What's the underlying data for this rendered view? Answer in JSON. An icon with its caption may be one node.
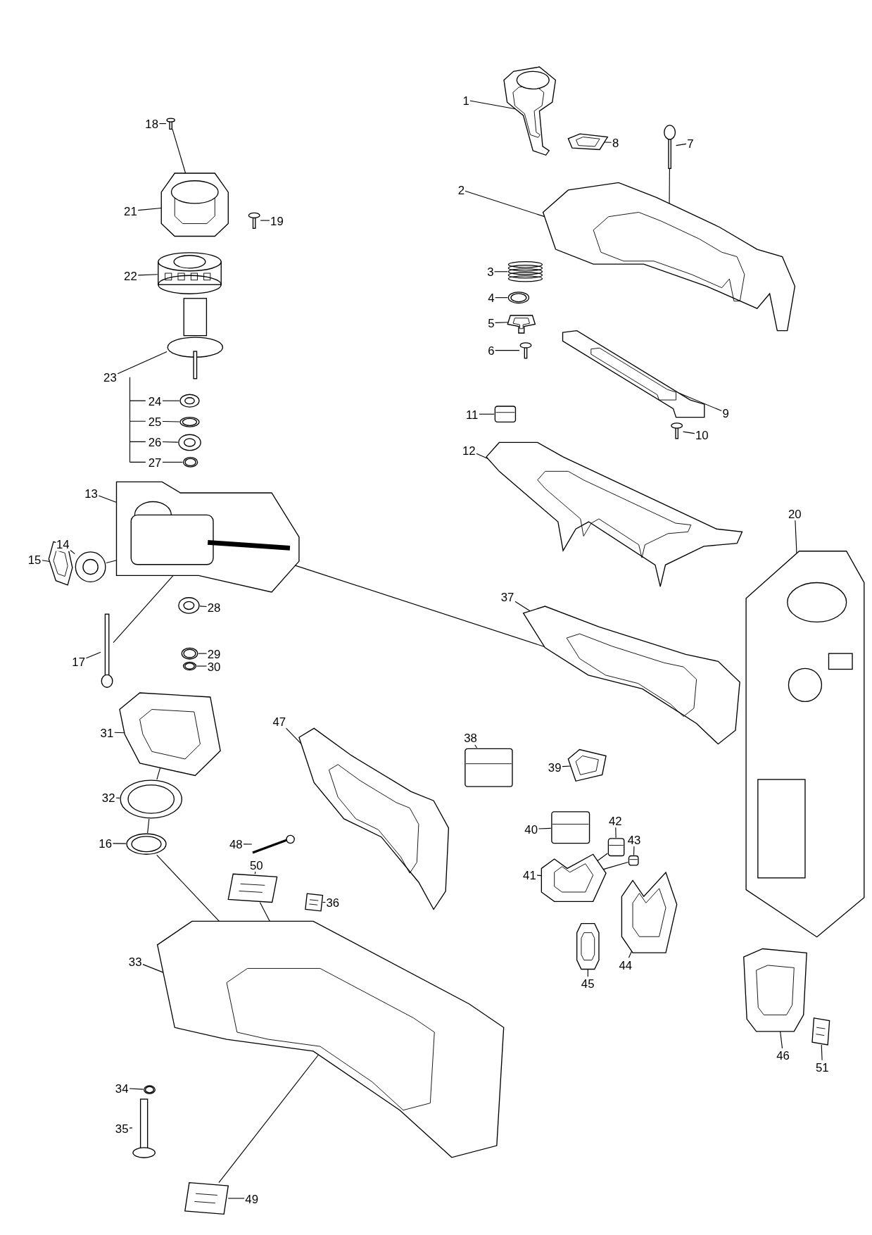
{
  "diagram": {
    "nodes": [
      {
        "text": [
          "1"
        ]
      },
      {
        "text": [],
        "shape": "picture"
      },
      {
        "text": [
          "2"
        ]
      },
      {
        "text": [],
        "shape": "picture"
      },
      {
        "text": [
          "3"
        ]
      },
      {
        "text": [],
        "shape": "picture"
      },
      {
        "text": [
          "4"
        ]
      },
      {
        "text": [],
        "shape": "picture"
      },
      {
        "text": [
          "5"
        ]
      },
      {
        "text": [],
        "shape": "picture"
      },
      {
        "text": [
          "6"
        ]
      },
      {
        "text": [],
        "shape": "picture"
      },
      {
        "text": [
          "7"
        ]
      },
      {
        "text": [],
        "shape": "picture"
      },
      {
        "text": [
          "8"
        ]
      },
      {
        "text": [],
        "shape": "picture"
      },
      {
        "text": [
          "9"
        ]
      },
      {
        "text": [],
        "shape": "picture"
      },
      {
        "text": [
          "10"
        ]
      },
      {
        "text": [],
        "shape": "picture"
      },
      {
        "text": [
          "11"
        ]
      },
      {
        "text": [],
        "shape": "picture"
      },
      {
        "text": [
          "12"
        ]
      },
      {
        "text": [],
        "shape": "picture"
      },
      {
        "text": [
          "13"
        ]
      },
      {
        "text": [],
        "shape": "picture"
      },
      {
        "text": [
          "14"
        ]
      },
      {
        "text": [],
        "shape": "picture"
      },
      {
        "text": [
          "15"
        ]
      },
      {
        "text": [],
        "shape": "picture"
      },
      {
        "text": [
          "16"
        ]
      },
      {
        "text": [],
        "shape": "picture"
      },
      {
        "text": [
          "17"
        ]
      },
      {
        "text": [],
        "shape": "picture"
      },
      {
        "text": [
          "18"
        ]
      },
      {
        "text": [],
        "shape": "picture"
      },
      {
        "text": [
          "19"
        ]
      },
      {
        "text": [],
        "shape": "picture"
      },
      {
        "text": [
          "20"
        ]
      },
      {
        "text": [],
        "shape": "picture"
      },
      {
        "text": [
          "21"
        ]
      },
      {
        "text": [],
        "shape": "picture"
      },
      {
        "text": [
          "22"
        ]
      },
      {
        "text": [],
        "shape": "picture"
      },
      {
        "text": [
          "23"
        ]
      },
      {
        "text": [],
        "shape": "picture"
      },
      {
        "text": [
          "24"
        ]
      },
      {
        "text": [],
        "shape": "picture"
      },
      {
        "text": [
          "25"
        ]
      },
      {
        "text": [],
        "shape": "picture"
      },
      {
        "text": [
          "26"
        ]
      },
      {
        "text": [],
        "shape": "picture"
      },
      {
        "text": [
          "27"
        ]
      },
      {
        "text": [],
        "shape": "picture"
      },
      {
        "text": [
          "28"
        ]
      },
      {
        "text": [],
        "shape": "picture"
      },
      {
        "text": [
          "29"
        ]
      },
      {
        "text": [],
        "shape": "picture"
      },
      {
        "text": [
          "30"
        ]
      },
      {
        "text": [],
        "shape": "picture"
      },
      {
        "text": [
          "31"
        ]
      },
      {
        "text": [],
        "shape": "picture"
      },
      {
        "text": [
          "32"
        ]
      },
      {
        "text": [],
        "shape": "picture"
      },
      {
        "text": [
          "33"
        ]
      },
      {
        "text": [],
        "shape": "picture"
      },
      {
        "text": [
          "34"
        ]
      },
      {
        "text": [],
        "shape": "picture"
      },
      {
        "text": [
          "35"
        ]
      },
      {
        "text": [],
        "shape": "picture"
      },
      {
        "text": [
          "36"
        ]
      },
      {
        "text": [],
        "shape": "picture"
      },
      {
        "text": [
          "37"
        ]
      },
      {
        "text": [],
        "shape": "picture"
      },
      {
        "text": [
          "38"
        ]
      },
      {
        "text": [],
        "shape": "picture"
      },
      {
        "text": [
          "39"
        ]
      },
      {
        "text": [],
        "shape": "picture"
      },
      {
        "text": [
          "40"
        ]
      },
      {
        "text": [],
        "shape": "picture"
      },
      {
        "text": [
          "41"
        ]
      },
      {
        "text": [],
        "shape": "picture"
      },
      {
        "text": [
          "42"
        ]
      },
      {
        "text": [],
        "shape": "picture"
      },
      {
        "text": [
          "43"
        ]
      },
      {
        "text": [],
        "shape": "picture"
      },
      {
        "text": [
          "44"
        ]
      },
      {
        "text": [],
        "shape": "picture"
      },
      {
        "text": [
          "45"
        ]
      },
      {
        "text": [],
        "shape": "picture"
      },
      {
        "text": [
          "46"
        ]
      },
      {
        "text": [],
        "shape": "picture"
      },
      {
        "text": [
          "47"
        ]
      },
      {
        "text": [],
        "shape": "picture"
      },
      {
        "text": [
          "48"
        ]
      },
      {
        "text": [],
        "shape": "picture"
      },
      {
        "text": [
          "49"
        ]
      },
      {
        "text": [],
        "shape": "picture"
      },
      {
        "text": [
          "50"
        ]
      },
      {
        "text": [],
        "shape": "picture"
      },
      {
        "text": [
          "51"
        ]
      },
      {
        "text": [],
        "shape": "picture"
      }
    ],
    "edges": [
      {
        "from": 0,
        "to": 1,
        "arrow": "none"
      },
      {
        "from": 2,
        "to": 3,
        "arrow": "none"
      },
      {
        "from": 4,
        "to": 5,
        "arrow": "none"
      },
      {
        "from": 6,
        "to": 7,
        "arrow": "none"
      },
      {
        "from": 8,
        "to": 9,
        "arrow": "none"
      },
      {
        "from": 10,
        "to": 11,
        "arrow": "none"
      },
      {
        "from": 12,
        "to": 13,
        "arrow": "none"
      },
      {
        "from": 14,
        "to": 15,
        "arrow": "none"
      },
      {
        "from": 16,
        "to": 17,
        "arrow": "none"
      },
      {
        "from": 18,
        "to": 19,
        "arrow": "none"
      },
      {
        "from": 20,
        "to": 21,
        "arrow": "none"
      },
      {
        "from": 22,
        "to": 23,
        "arrow": "none"
      },
      {
        "from": 24,
        "to": 25,
        "arrow": "none"
      },
      {
        "from": 26,
        "to": 27,
        "arrow": "none"
      },
      {
        "from": 28,
        "to": 29,
        "arrow": "none"
      },
      {
        "from": 30,
        "to": 31,
        "arrow": "none"
      },
      {
        "from": 32,
        "to": 33,
        "arrow": "none"
      },
      {
        "from": 34,
        "to": 35,
        "arrow": "none"
      },
      {
        "from": 36,
        "to": 37,
        "arrow": "none"
      },
      {
        "from": 38,
        "to": 39,
        "arrow": "none"
      },
      {
        "from": 40,
        "to": 41,
        "arrow": "none"
      },
      {
        "from": 42,
        "to": 43,
        "arrow": "none"
      },
      {
        "from": 44,
        "to": 45,
        "arrow": "none"
      },
      {
        "from": 46,
        "to": 47,
        "arrow": "none"
      },
      {
        "from": 48,
        "to": 49,
        "arrow": "none"
      },
      {
        "from": 50,
        "to": 51,
        "arrow": "none"
      },
      {
        "from": 52,
        "to": 53,
        "arrow": "none"
      },
      {
        "from": 54,
        "to": 55,
        "arrow": "none"
      },
      {
        "from": 56,
        "to": 57,
        "arrow": "none"
      },
      {
        "from": 58,
        "to": 59,
        "arrow": "none"
      },
      {
        "from": 60,
        "to": 61,
        "arrow": "none"
      },
      {
        "from": 62,
        "to": 63,
        "arrow": "none"
      },
      {
        "from": 64,
        "to": 65,
        "arrow": "none"
      },
      {
        "from": 66,
        "to": 67,
        "arrow": "none"
      },
      {
        "from": 68,
        "to": 69,
        "arrow": "none"
      },
      {
        "from": 70,
        "to": 71,
        "arrow": "none"
      },
      {
        "from": 72,
        "to": 73,
        "arrow": "none"
      },
      {
        "from": 74,
        "to": 75,
        "arrow": "none"
      },
      {
        "from": 76,
        "to": 77,
        "arrow": "none"
      },
      {
        "from": 78,
        "to": 79,
        "arrow": "none"
      },
      {
        "from": 80,
        "to": 81,
        "arrow": "none"
      },
      {
        "from": 82,
        "to": 83,
        "arrow": "none"
      },
      {
        "from": 84,
        "to": 85,
        "arrow": "none"
      },
      {
        "from": 86,
        "to": 87,
        "arrow": "none"
      },
      {
        "from": 88,
        "to": 89,
        "arrow": "none"
      },
      {
        "from": 90,
        "to": 91,
        "arrow": "none"
      },
      {
        "from": 92,
        "to": 93,
        "arrow": "none"
      },
      {
        "from": 94,
        "to": 95,
        "arrow": "none"
      },
      {
        "from": 96,
        "to": 97,
        "arrow": "none"
      },
      {
        "from": 98,
        "to": 99,
        "arrow": "none"
      },
      {
        "from": 100,
        "to": 101,
        "arrow": "none"
      },
      {
        "from": 35,
        "to": 41,
        "arrow": "none"
      },
      {
        "from": 13,
        "to": 3,
        "arrow": "none"
      },
      {
        "from": 27,
        "to": 25,
        "arrow": "none"
      },
      {
        "from": 33,
        "to": 25,
        "arrow": "none"
      },
      {
        "from": 25,
        "to": 73,
        "arrow": "none"
      },
      {
        "from": 61,
        "to": 63,
        "arrow": "none"
      },
      {
        "from": 63,
        "to": 31,
        "arrow": "none"
      },
      {
        "from": 31,
        "to": 65,
        "arrow": "none"
      },
      {
        "from": 99,
        "to": 65,
        "arrow": "none"
      },
      {
        "from": 97,
        "to": 65,
        "arrow": "none"
      },
      {
        "from": 83,
        "to": 81,
        "arrow": "none"
      },
      {
        "from": 85,
        "to": 81,
        "arrow": "none"
      }
    ]
  }
}
